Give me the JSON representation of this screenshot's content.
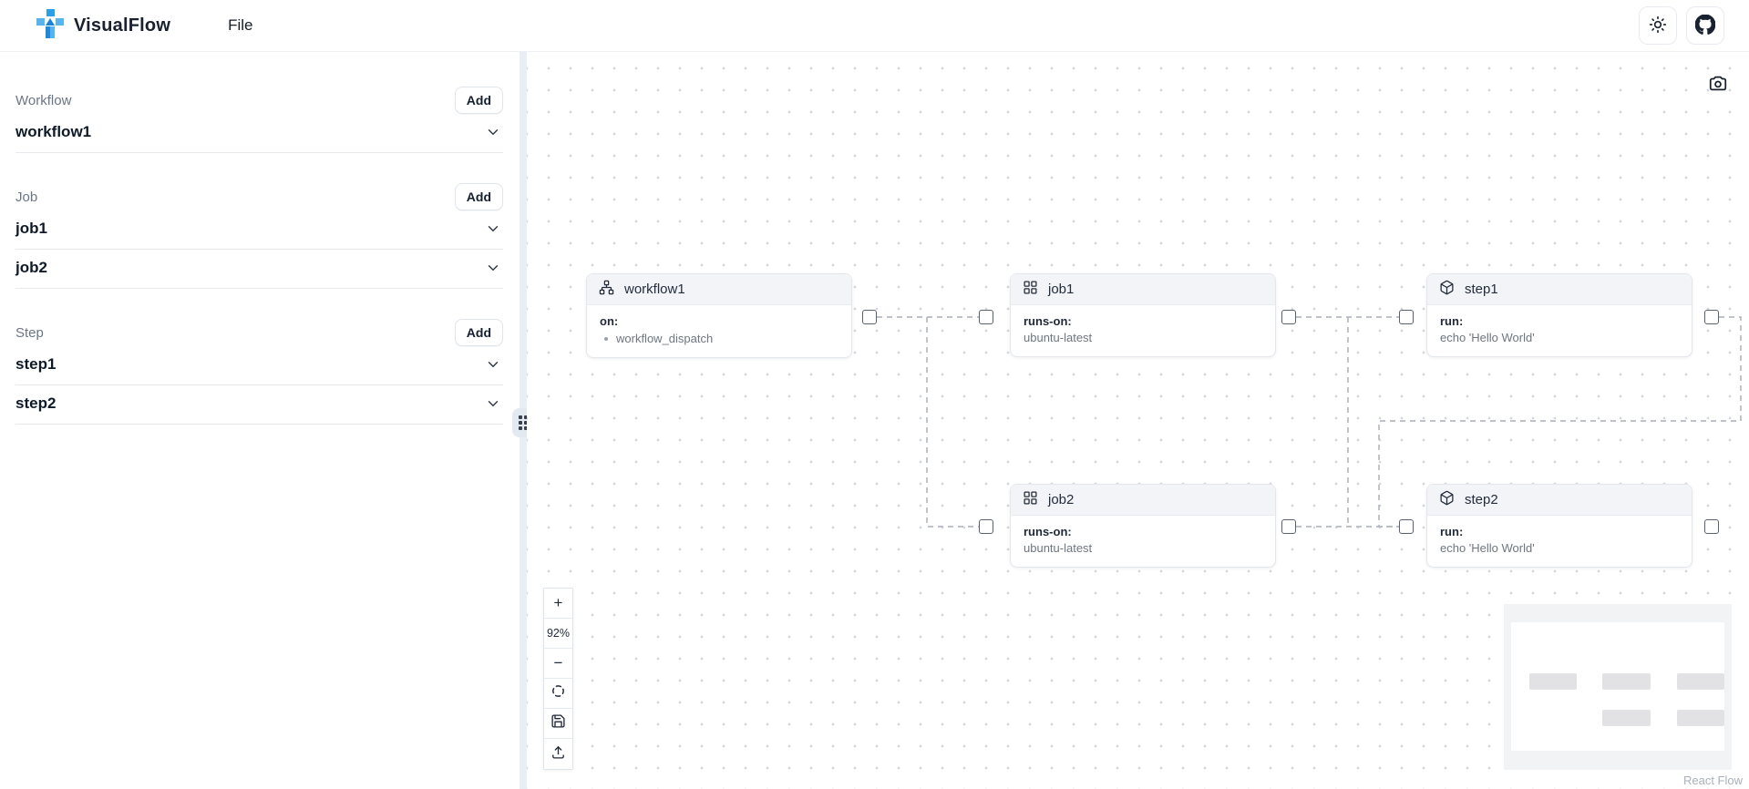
{
  "header": {
    "brand": "VisualFlow",
    "menu": {
      "file": "File"
    },
    "icons": [
      "theme-sun-icon",
      "github-icon"
    ]
  },
  "sidebar": {
    "sections": [
      {
        "label": "Workflow",
        "add_label": "Add",
        "items": [
          {
            "name": "workflow1"
          }
        ]
      },
      {
        "label": "Job",
        "add_label": "Add",
        "items": [
          {
            "name": "job1"
          },
          {
            "name": "job2"
          }
        ]
      },
      {
        "label": "Step",
        "add_label": "Add",
        "items": [
          {
            "name": "step1"
          },
          {
            "name": "step2"
          }
        ]
      }
    ]
  },
  "canvas": {
    "zoom": {
      "in": "+",
      "out": "−",
      "level": "92%"
    },
    "control_icons": [
      "zoom-in",
      "zoom-out",
      "fit-view",
      "save",
      "upload"
    ],
    "camera_icon": "screenshot-camera",
    "attribution": "React Flow",
    "nodes": [
      {
        "id": "workflow1",
        "type": "workflow",
        "icon": "network-icon",
        "title": "workflow1",
        "field_label": "on:",
        "field_value": "workflow_dispatch",
        "value_bulleted": true
      },
      {
        "id": "job1",
        "type": "job",
        "icon": "grid-icon",
        "title": "job1",
        "field_label": "runs-on:",
        "field_value": "ubuntu-latest"
      },
      {
        "id": "step1",
        "type": "step",
        "icon": "cube-icon",
        "title": "step1",
        "field_label": "run:",
        "field_value": "echo 'Hello World'"
      },
      {
        "id": "job2",
        "type": "job",
        "icon": "grid-icon",
        "title": "job2",
        "field_label": "runs-on:",
        "field_value": "ubuntu-latest"
      },
      {
        "id": "step2",
        "type": "step",
        "icon": "cube-icon",
        "title": "step2",
        "field_label": "run:",
        "field_value": "echo 'Hello World'"
      }
    ],
    "edges": [
      {
        "source": "workflow1",
        "target": "job1"
      },
      {
        "source": "workflow1",
        "target": "job2"
      },
      {
        "source": "job1",
        "target": "step1"
      },
      {
        "source": "job2",
        "target": "step2"
      },
      {
        "source": "step1",
        "target": "step2"
      }
    ]
  },
  "colors": {
    "accent_blue": "#2f9ae3",
    "dark_navy": "#19202e",
    "edge_gray": "#b6bac2",
    "node_header_bg": "#f2f4f8",
    "canvas_dot": "#d3d7dc"
  }
}
